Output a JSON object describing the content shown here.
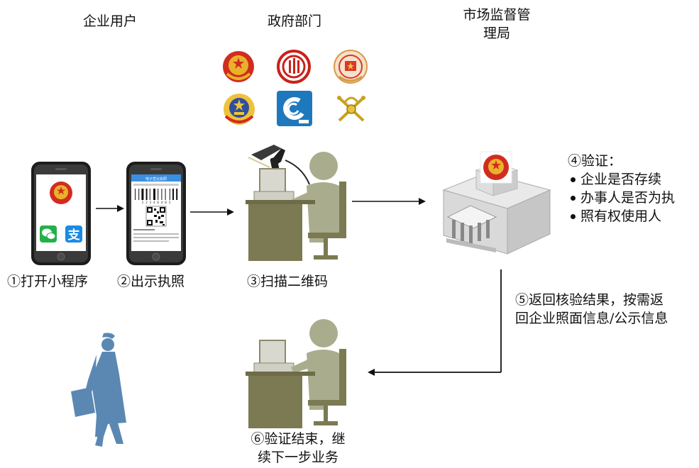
{
  "headers": {
    "enterprise": "企业用户",
    "government": "政府部门",
    "market_line1": "市场监督管",
    "market_line2": "理局"
  },
  "steps": {
    "s1": "①打开小程序",
    "s2": "②出示执照",
    "s3": "③扫描二维码",
    "s4_title": "④验证：",
    "s4_items": [
      "企业是否存续",
      "办事人是否为执",
      "照有权使用人"
    ],
    "s5_line1": "⑤返回核验结果，按需返",
    "s5_line2": "回企业照面信息/公示信息",
    "s6_line1": "⑥验证结束，继",
    "s6_line2": "续下一步业务"
  },
  "phone2": {
    "app_title": "电子营业执照",
    "code_digits": "2 2 3 4 6 4 0 3"
  },
  "icons": [
    "emblem-icon",
    "tax-bureau-icon",
    "party-emblem-icon",
    "court-emblem-icon",
    "swirl-bureau-icon",
    "customs-icon",
    "wechat-icon",
    "alipay-icon",
    "qr-code-icon",
    "barcode-icon",
    "scanner-icon",
    "building-icon",
    "woman-figure-icon",
    "arrow-right-icon",
    "arrow-left-icon"
  ],
  "colors": {
    "person": "#a9ad8e",
    "desk": "#7b7a52",
    "woman": "#5b88b3",
    "arrow": "#111111"
  }
}
